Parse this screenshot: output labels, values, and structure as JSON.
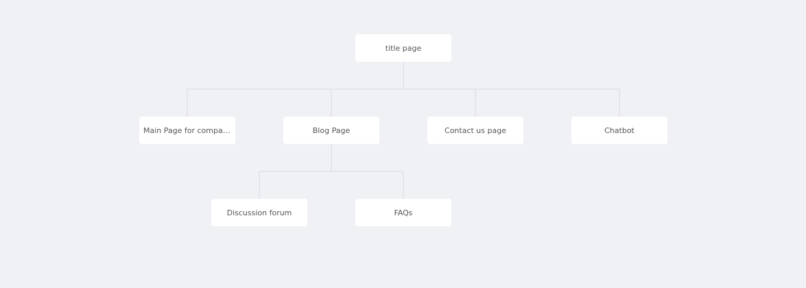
{
  "sitemap": {
    "root": {
      "label": "title page"
    },
    "level1": [
      {
        "label": "Main Page for comparsi..."
      },
      {
        "label": "Blog Page"
      },
      {
        "label": "Contact us page"
      },
      {
        "label": "Chatbot"
      }
    ],
    "blog_children": [
      {
        "label": "Discussion forum"
      },
      {
        "label": "FAQs"
      }
    ]
  },
  "colors": {
    "background": "#f0f1f5",
    "node_fill": "#ffffff",
    "connector": "#d9d9de",
    "text": "#545458"
  }
}
